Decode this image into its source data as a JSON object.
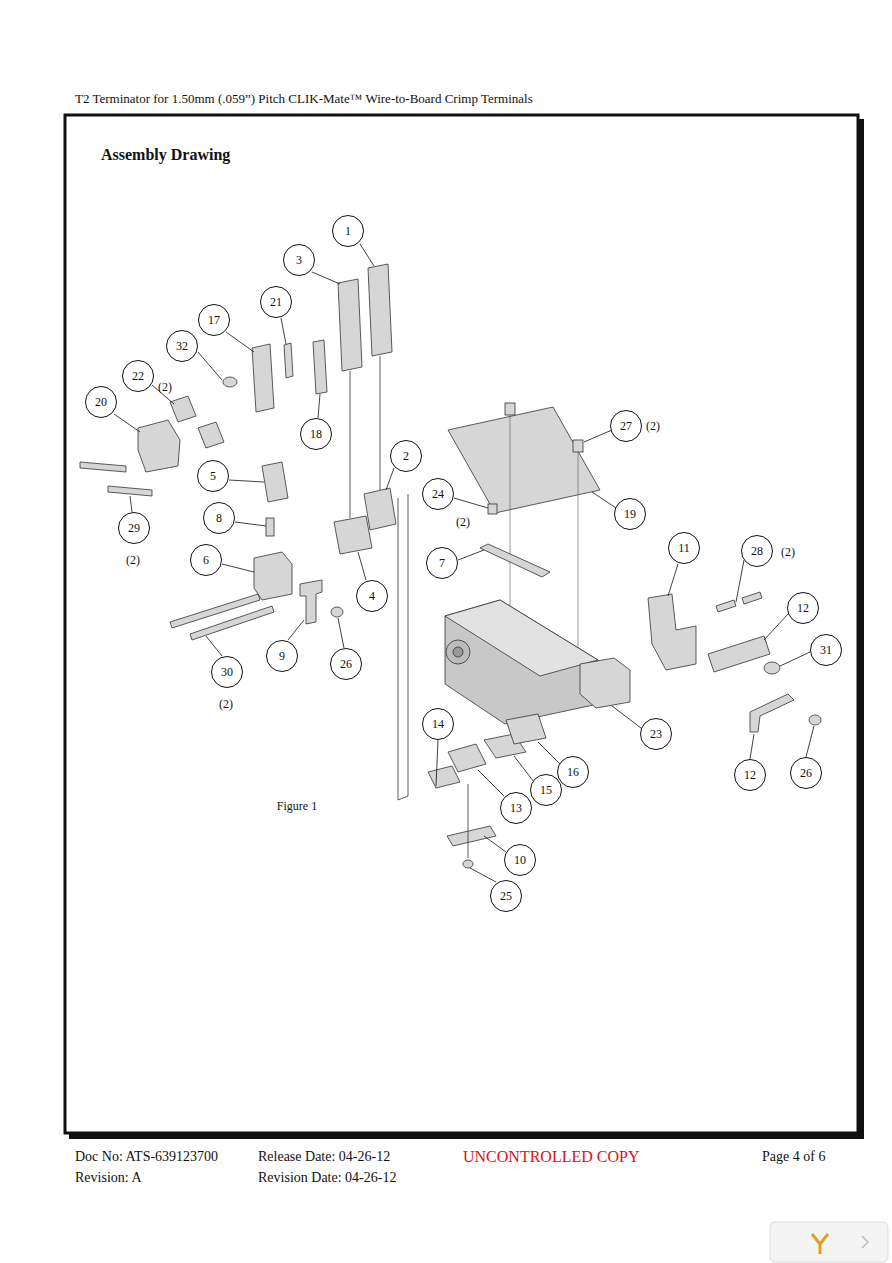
{
  "diagram": {
    "title": "Assembly Drawing",
    "caption": "Figure 1",
    "nodes": [
      {
        "text": [
          "1"
        ]
      },
      {
        "text": [
          "3"
        ]
      },
      {
        "text": [
          "21"
        ]
      },
      {
        "text": [
          "17"
        ]
      },
      {
        "text": [
          "32"
        ]
      },
      {
        "text": [
          "22"
        ]
      },
      {
        "text": [
          "20"
        ]
      },
      {
        "text": [
          "27"
        ]
      },
      {
        "text": [
          "18"
        ]
      },
      {
        "text": [
          "2"
        ]
      },
      {
        "text": [
          "5"
        ]
      },
      {
        "text": [
          "24"
        ]
      },
      {
        "text": [
          "19"
        ]
      },
      {
        "text": [
          "8"
        ]
      },
      {
        "text": [
          "29"
        ]
      },
      {
        "text": [
          "11"
        ]
      },
      {
        "text": [
          "28"
        ]
      },
      {
        "text": [
          "6"
        ]
      },
      {
        "text": [
          "7"
        ]
      },
      {
        "text": [
          "4"
        ]
      },
      {
        "text": [
          "12"
        ]
      },
      {
        "text": [
          "31"
        ]
      },
      {
        "text": [
          "9"
        ]
      },
      {
        "text": [
          "26"
        ]
      },
      {
        "text": [
          "30"
        ]
      },
      {
        "text": [
          "14"
        ]
      },
      {
        "text": [
          "23"
        ]
      },
      {
        "text": [
          "16"
        ]
      },
      {
        "text": [
          "26"
        ]
      },
      {
        "text": [
          "12"
        ]
      },
      {
        "text": [
          "15"
        ]
      },
      {
        "text": [
          "13"
        ]
      },
      {
        "text": [
          "10"
        ]
      },
      {
        "text": [
          "25"
        ]
      }
    ],
    "labels": [
      "T2 Terminator for 1.50mm (.059”) Pitch CLIK-Mate™ Wire-to-Board Crimp Terminals",
      "(2)",
      "(2)",
      "(2)",
      "(2)",
      "(2)",
      "(2)",
      "Doc No: ATS-639123700",
      "Release Date: 04-26-12",
      "UNCONTROLLED COPY",
      "Page 4 of 6",
      "Revision: A",
      "Revision Date: 04-26-12"
    ]
  }
}
